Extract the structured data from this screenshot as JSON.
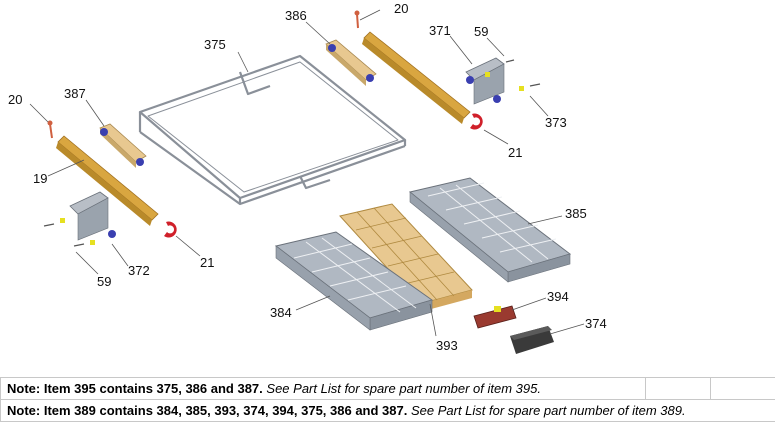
{
  "callouts": {
    "c375": "375",
    "c386": "386",
    "c20_top": "20",
    "c371": "371",
    "c59_top": "59",
    "c373": "373",
    "c21_right": "21",
    "c20_left": "20",
    "c387": "387",
    "c19": "19",
    "c21_left": "21",
    "c372": "372",
    "c59_bottom": "59",
    "c385": "385",
    "c384": "384",
    "c393": "393",
    "c394": "394",
    "c374": "374"
  },
  "notes": [
    {
      "label": "Note: Item 395 contains 375, 386 and 387.",
      "ref": "See Part List for spare part number of item 395."
    },
    {
      "label": "Note: Item 389 contains 384, 385, 393, 374, 394, 375, 386 and 387.",
      "ref": "See Part List for spare part number of item 389."
    }
  ],
  "colors": {
    "frame": "#8a9099",
    "basket": "#9aa3ad",
    "rail": "#d9a640",
    "bracket": "#e8c890",
    "cap_red": "#d0202a",
    "wheel_blue": "#3a3fb0",
    "cover": "#3a3a3a",
    "pin": "#d06040"
  }
}
